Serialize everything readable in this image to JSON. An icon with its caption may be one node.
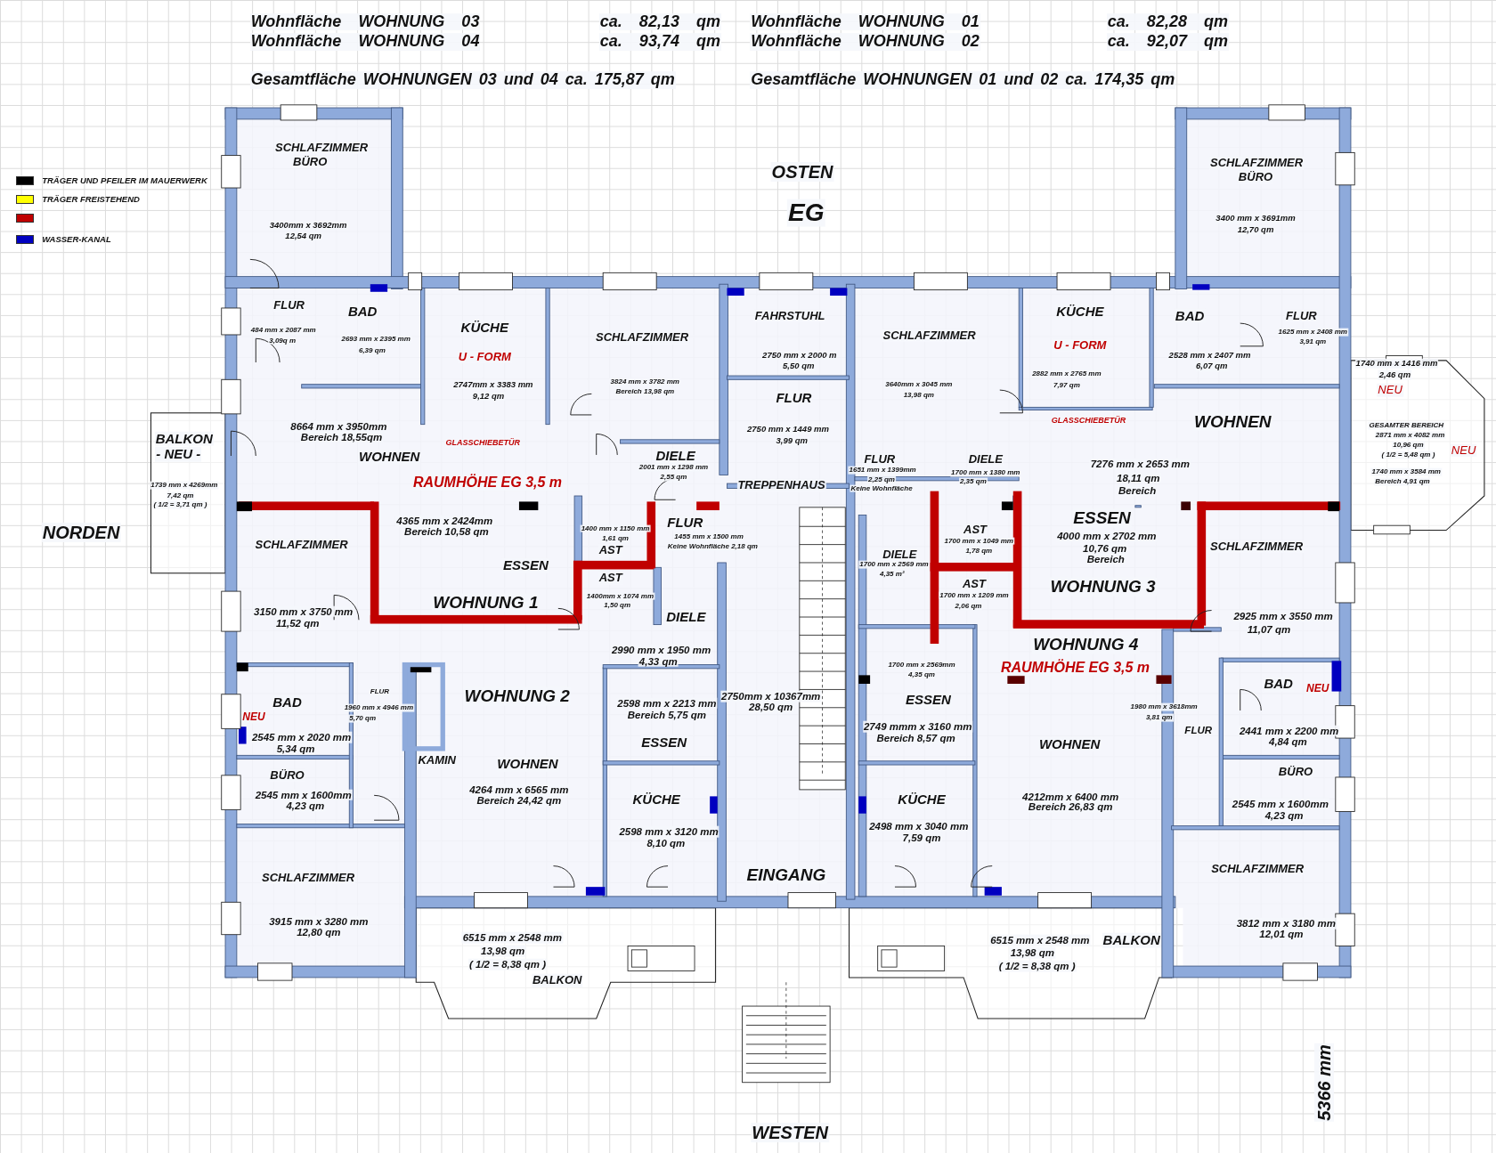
{
  "diagram": {
    "labels": [
      "Wohnfläche WOHNUNG 03",
      "ca. 82,13 qm",
      "Wohnfläche WOHNUNG 01",
      "ca. 82,28 qm",
      "Wohnfläche WOHNUNG 04",
      "ca. 93,74 qm",
      "Wohnfläche WOHNUNG 02",
      "ca. 92,07 qm",
      "Gesamtfläche WOHNUNGEN 03 und 04 ca. 175,87 qm",
      "Gesamtfläche WOHNUNGEN 01 und 02 ca. 174,35 qm",
      "OSTEN",
      "EG",
      "SCHLAFZIMMER",
      "BÜRO",
      "3400mm x 3692mm",
      "12,54 qm",
      "SCHLAFZIMMER",
      "BÜRO",
      "3400 mm x 3691mm",
      "12,70 qm",
      "FLUR",
      "484 mm x 2087 mm",
      "3,09q m",
      "BAD",
      "2693 mm x 2395 mm",
      "6,39 qm",
      "KÜCHE",
      "U - FORM",
      "2747mm x 3383 mm",
      "9,12 qm",
      "SCHLAFZIMMER",
      "3824 mm x 3782 mm",
      "Bereich 13,98 qm",
      "FAHRSTUHL",
      "2750 mm x 2000 m",
      "5,50 qm",
      "FLUR",
      "2750 mm x 1449 mm",
      "3,99 qm",
      "SCHLAFZIMMER",
      "3640mm x 3045 mm",
      "13,98 qm",
      "KÜCHE",
      "U - FORM",
      "2882 mm x 2765 mm",
      "7,97 qm",
      "BAD",
      "2528 mm x 2407 mm",
      "6,07 qm",
      "FLUR",
      "1625 mm x 2408 mm",
      "3,91 qm",
      "1740 mm x 1416 mm",
      "2,46 qm",
      "NEU",
      "BALKON",
      "- NEU -",
      "1739 mm x 4269mm",
      "7,42 qm",
      "( 1/2 = 3,71 qm )",
      "8664 mm x 3950mm",
      "Bereich 18,55qm",
      "GLASSCHIEBETÜR",
      "WOHNEN",
      "RAUMHÖHE EG 3,5 m",
      "DIELE",
      "2001 mm x 1298 mm",
      "2,55 qm",
      "TREPPENHAUS",
      "FLUR",
      "1651 mm x 1399mm",
      "2,25 qm",
      "Keine Wohnfläche",
      "DIELE",
      "1700 mm x 1380 mm",
      "2,35 qm",
      "GLASSCHIEBETÜR",
      "WOHNEN",
      "7276 mm x 2653 mm",
      "18,11 qm",
      "Bereich",
      "GESAMTER BEREICH",
      "2871 mm x 4082 mm",
      "10,96 qm",
      "( 1/2 = 5,48 qm )",
      "NEU",
      "1740 mm x 3584 mm",
      "Bereich 4,91 qm",
      "NORDEN",
      "4365 mm x 2424mm",
      "Bereich 10,58 qm",
      "SCHLAFZIMMER",
      "1400 mm x 1150 mm",
      "1,61 qm",
      "AST",
      "FLUR",
      "1455 mm x 1500 mm",
      "Keine Wohnfläche 2,18 qm",
      "DIELE",
      "1700 mm x 2569 mm",
      "4,35 m²",
      "AST",
      "1700 mm x 1049 mm",
      "1,78 qm",
      "ESSEN",
      "4000 mm x 2702 mm",
      "10,76 qm",
      "Bereich",
      "SCHLAFZIMMER",
      "ESSEN",
      "AST",
      "1400mm x 1074 mm",
      "1,50 qm",
      "WOHNUNG 3",
      "AST",
      "1700 mm x 1209 mm",
      "2,06 qm",
      "3150 mm x 3750 mm",
      "11,52 qm",
      "WOHNUNG 1",
      "DIELE",
      "2925 mm x 3550 mm",
      "11,07 qm",
      "WOHNUNG 4",
      "2990 mm x 1950 mm",
      "4,33 qm",
      "1700 mm x 2569mm",
      "4,35 qm",
      "RAUMHÖHE EG 3,5 m",
      "BAD",
      "NEU",
      "FLUR",
      "1960 mm x 4946 mm",
      "5,70 qm",
      "WOHNUNG 2",
      "2598 mm x 2213 mm",
      "Bereich 5,75 qm",
      "2750mm x 10367mm",
      "28,50 qm",
      "ESSEN",
      "1980 mm x 3618mm",
      "3,81 qm",
      "BAD",
      "NEU",
      "2749 mmm x 3160 mm",
      "Bereich 8,57 qm",
      "FLUR",
      "2441 mm x 2200 mm",
      "4,84 qm",
      "2545 mm x 2020 mm",
      "5,34 qm",
      "ESSEN",
      "WOHNEN",
      "KAMIN",
      "WOHNEN",
      "BÜRO",
      "BÜRO",
      "4264 mm x 6565 mm",
      "Bereich 24,42 qm",
      "KÜCHE",
      "KÜCHE",
      "4212mm x 6400 mm",
      "Bereich 26,83 qm",
      "2545 mm x 1600mm",
      "4,23 qm",
      "2545 mm x 1600mm",
      "4,23 qm",
      "2598 mm x 3120 mm",
      "8,10 qm",
      "2498 mm x 3040 mm",
      "7,59 qm",
      "SCHLAFZIMMER",
      "EINGANG",
      "SCHLAFZIMMER",
      "3915 mm x 3280 mm",
      "3812 mm x 3180 mm",
      "12,80 qm",
      "6515 mm x 2548 mm",
      "6515 mm x 2548 mm",
      "BALKON",
      "12,01 qm",
      "13,98 qm",
      "13,98 qm",
      "( 1/2 = 8,38 qm )",
      "( 1/2 = 8,38 qm )",
      "BALKON",
      "5366 mm",
      "WESTEN"
    ],
    "legend": [
      {
        "text": "TRÄGER UND PFEILER IM MAUERWERK",
        "color": "#000000"
      },
      {
        "text": "TRÄGER FREISTEHEND",
        "color": "#ffff00"
      },
      {
        "text": "WASSER-KANAL",
        "color": "#0000c0"
      }
    ]
  }
}
